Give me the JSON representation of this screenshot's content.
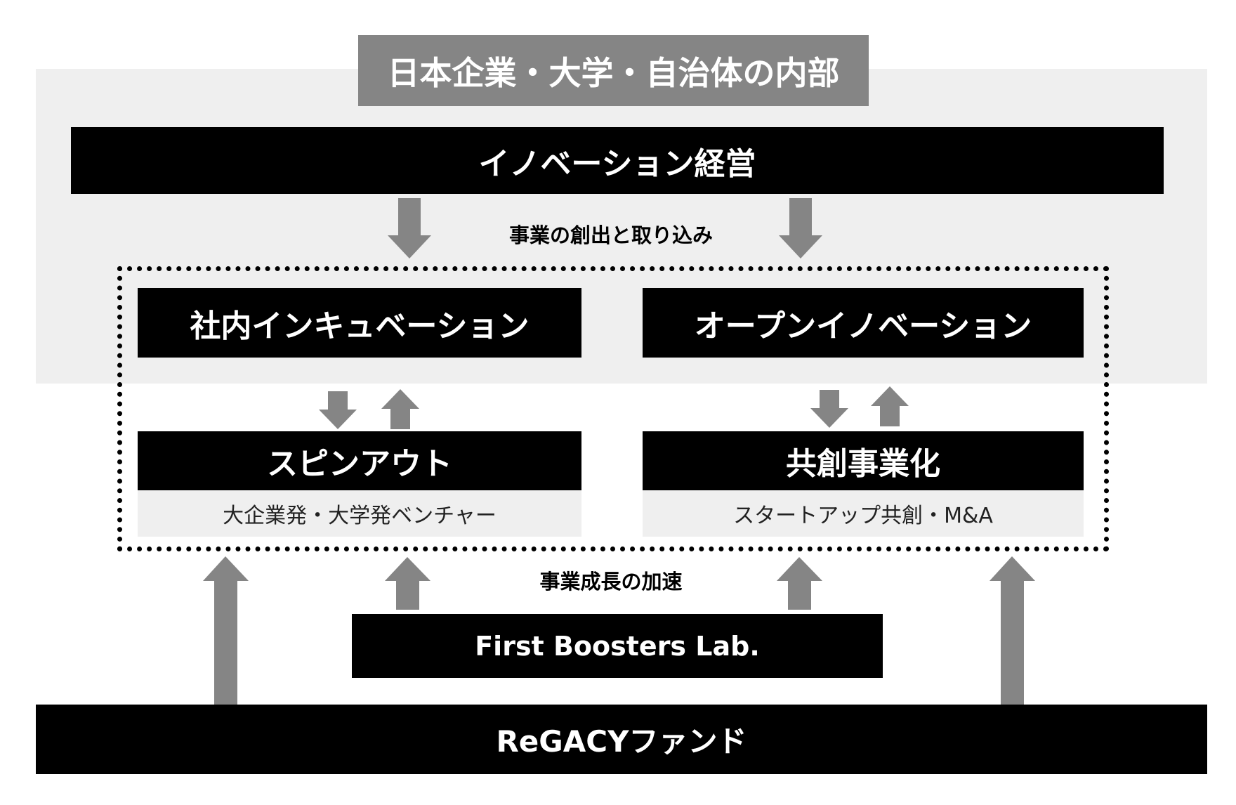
{
  "header": {
    "title": "日本企業・大学・自治体の内部"
  },
  "innovation": {
    "label": "イノベーション経営"
  },
  "creation": {
    "label": "事業の創出と取り込み"
  },
  "incubation": {
    "label": "社内インキュベーション"
  },
  "open_innovation": {
    "label": "オープンイノベーション"
  },
  "spinout": {
    "label": "スピンアウト",
    "subtitle": "大企業発・大学発ベンチャー"
  },
  "cocreation": {
    "label": "共創事業化",
    "subtitle": "スタートアップ共創・M&A"
  },
  "acceleration": {
    "label": "事業成長の加速"
  },
  "first_boosters": {
    "label": "First Boosters Lab."
  },
  "fund": {
    "label": "ReGACYファンド"
  },
  "colors": {
    "arrow": "#858585",
    "header_bg": "#858585",
    "panel_bg": "#efefef",
    "box_bg": "#000000",
    "box_text": "#ffffff"
  }
}
